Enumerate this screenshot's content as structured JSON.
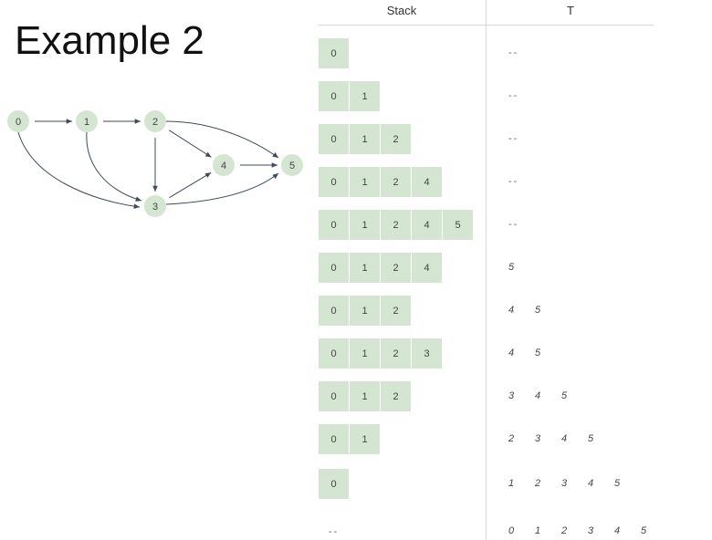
{
  "title": "Example 2",
  "headers": {
    "stack": "Stack",
    "t": "T"
  },
  "empty_marker": "--",
  "graph": {
    "nodes": [
      {
        "id": "0",
        "label": "0"
      },
      {
        "id": "1",
        "label": "1"
      },
      {
        "id": "2",
        "label": "2"
      },
      {
        "id": "3",
        "label": "3"
      },
      {
        "id": "4",
        "label": "4"
      },
      {
        "id": "5",
        "label": "5"
      }
    ],
    "edges": [
      {
        "from": "0",
        "to": "1"
      },
      {
        "from": "1",
        "to": "2"
      },
      {
        "from": "0",
        "to": "3"
      },
      {
        "from": "1",
        "to": "3"
      },
      {
        "from": "2",
        "to": "3"
      },
      {
        "from": "2",
        "to": "4"
      },
      {
        "from": "2",
        "to": "5"
      },
      {
        "from": "3",
        "to": "4"
      },
      {
        "from": "3",
        "to": "5"
      },
      {
        "from": "4",
        "to": "5"
      }
    ],
    "node_color": "#d4e6d1",
    "edge_color": "#3f4a55"
  },
  "steps": [
    {
      "stack": [
        "0"
      ],
      "t": []
    },
    {
      "stack": [
        "0",
        "1"
      ],
      "t": []
    },
    {
      "stack": [
        "0",
        "1",
        "2"
      ],
      "t": []
    },
    {
      "stack": [
        "0",
        "1",
        "2",
        "4"
      ],
      "t": []
    },
    {
      "stack": [
        "0",
        "1",
        "2",
        "4",
        "5"
      ],
      "t": []
    },
    {
      "stack": [
        "0",
        "1",
        "2",
        "4"
      ],
      "t": [
        "5"
      ]
    },
    {
      "stack": [
        "0",
        "1",
        "2"
      ],
      "t": [
        "4",
        "5"
      ]
    },
    {
      "stack": [
        "0",
        "1",
        "2",
        "3"
      ],
      "t": [
        "4",
        "5"
      ]
    },
    {
      "stack": [
        "0",
        "1",
        "2"
      ],
      "t": [
        "3",
        "4",
        "5"
      ]
    },
    {
      "stack": [
        "0",
        "1"
      ],
      "t": [
        "2",
        "3",
        "4",
        "5"
      ]
    },
    {
      "stack": [
        "0"
      ],
      "t": [
        "1",
        "2",
        "3",
        "4",
        "5"
      ]
    },
    {
      "stack": [],
      "t": [
        "0",
        "1",
        "2",
        "3",
        "4",
        "5"
      ]
    }
  ],
  "cell_color": "#d4e6d1"
}
